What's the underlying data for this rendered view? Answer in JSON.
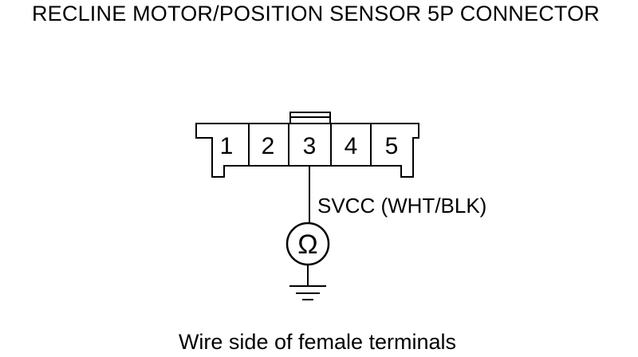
{
  "title": "RECLINE MOTOR/POSITION SENSOR 5P CONNECTOR",
  "connector": {
    "pins": [
      "1",
      "2",
      "3",
      "4",
      "5"
    ],
    "tested_pin": "3"
  },
  "wire": {
    "label": "SVCC (WHT/BLK)"
  },
  "meter": {
    "symbol": "Ω",
    "icon": "ohmmeter-icon"
  },
  "ground": {
    "icon": "ground-icon"
  },
  "caption": "Wire side of female terminals",
  "colors": {
    "line": "#000000",
    "background": "#ffffff"
  }
}
